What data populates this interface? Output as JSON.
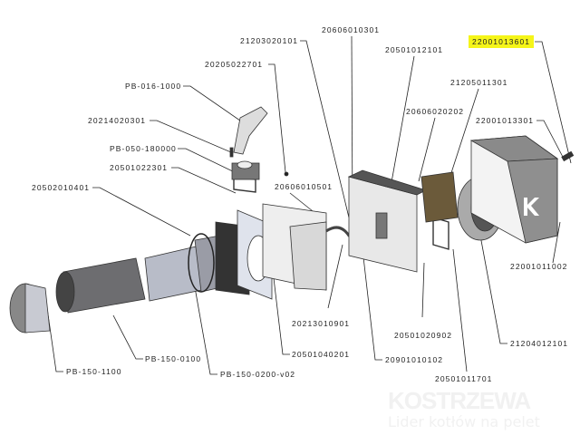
{
  "labels": {
    "l21203020101": "21203020101",
    "l20606010301": "20606010301",
    "l20205022701": "20205022701",
    "l20501012101": "20501012101",
    "l22001013601": "22001013601",
    "lPB0161000": "PB-016-1000",
    "l21205011301": "21205011301",
    "l20606020202": "20606020202",
    "l20214020301": "20214020301",
    "l22001013301": "22001013301",
    "lPB050180000": "PB-050-180000",
    "l20501022301": "20501022301",
    "l20606010501": "20606010501",
    "l20502010401": "20502010401",
    "l22001011002": "22001011002",
    "l20213010901": "20213010901",
    "l20501020902": "20501020902",
    "l21204012101": "21204012101",
    "lPB1500100": "PB-150-0100",
    "l20901010102": "20901010102",
    "lPB1501100": "PB-150-1100",
    "lPB1500200": "PB-150-0200-v02",
    "l20501011701": "20501011701",
    "l20501040201": "20501040201"
  },
  "highlight_color": "#f5f519",
  "watermark": {
    "brand": "KOSTRZEWA",
    "tagline": "Lider kotłów na pelet"
  }
}
